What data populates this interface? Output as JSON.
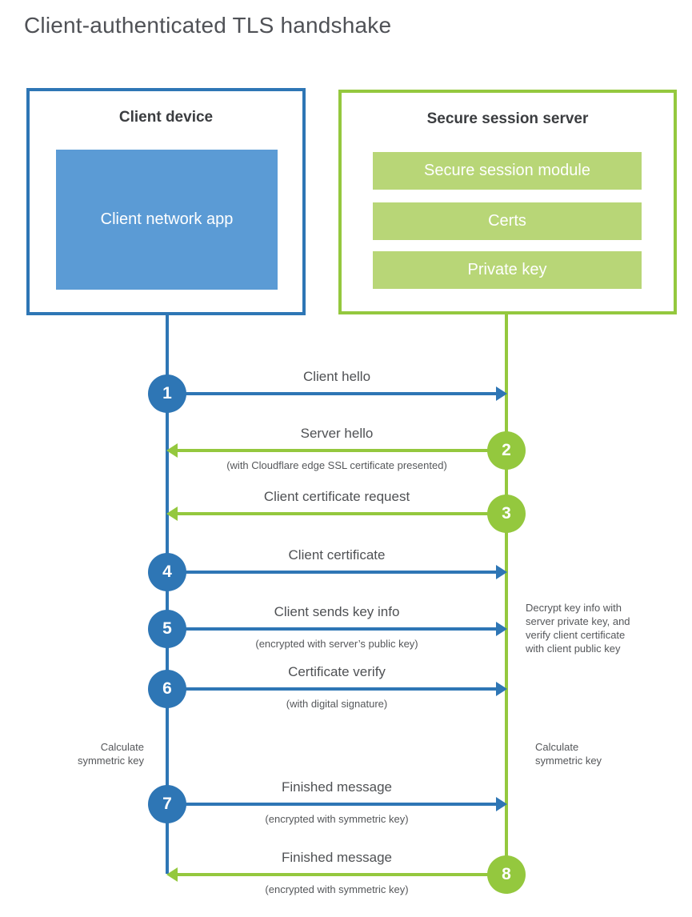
{
  "title": "Client-authenticated TLS handshake",
  "colors": {
    "blue": "#2e76b5",
    "blue_fill": "#5b9bd5",
    "green": "#94c83e",
    "green_fill": "#b8d677",
    "text_dark": "#3b3d40",
    "text_gray": "#55575a"
  },
  "client_box": {
    "title": "Client device",
    "app_label": "Client network app"
  },
  "server_box": {
    "title": "Secure session server",
    "modules": [
      "Secure session module",
      "Certs",
      "Private key"
    ]
  },
  "steps": [
    {
      "number": "1",
      "label": "Client hello",
      "sublabel": "",
      "direction": "right",
      "actor": "client"
    },
    {
      "number": "2",
      "label": "Server hello",
      "sublabel": "(with Cloudflare edge SSL certificate presented)",
      "direction": "left",
      "actor": "server"
    },
    {
      "number": "3",
      "label": "Client certificate request",
      "sublabel": "",
      "direction": "left",
      "actor": "server"
    },
    {
      "number": "4",
      "label": "Client certificate",
      "sublabel": "",
      "direction": "right",
      "actor": "client"
    },
    {
      "number": "5",
      "label": "Client sends key info",
      "sublabel": "(encrypted with server’s public key)",
      "direction": "right",
      "actor": "client"
    },
    {
      "number": "6",
      "label": "Certificate verify",
      "sublabel": "(with digital signature)",
      "direction": "right",
      "actor": "client"
    },
    {
      "number": "7",
      "label": "Finished message",
      "sublabel": "(encrypted with symmetric key)",
      "direction": "right",
      "actor": "client"
    },
    {
      "number": "8",
      "label": "Finished message",
      "sublabel": "(encrypted with symmetric key)",
      "direction": "left",
      "actor": "server"
    }
  ],
  "annotations": {
    "decrypt_note": "Decrypt key info with server private key, and verify client certificate with client public key",
    "calc_left": "Calculate symmetric key",
    "calc_right": "Calculate symmetric key"
  }
}
